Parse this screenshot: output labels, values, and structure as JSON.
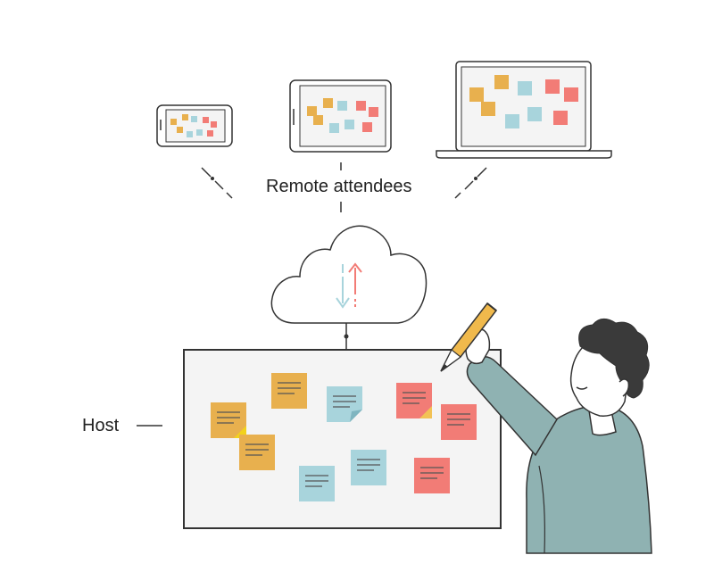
{
  "labels": {
    "remote": "Remote attendees",
    "host": "Host"
  },
  "colors": {
    "yellow": "#E8B04E",
    "blue": "#A8D4DC",
    "red": "#F27C76",
    "line": "#333333",
    "board": "#F4F4F4",
    "person": "#8FB2B2",
    "hair": "#3A3A3A",
    "pencil": "#F0B94C"
  },
  "devices": [
    "phone",
    "tablet",
    "laptop"
  ],
  "notes": [
    {
      "color": "yellow"
    },
    {
      "color": "yellow"
    },
    {
      "color": "yellow"
    },
    {
      "color": "blue"
    },
    {
      "color": "blue"
    },
    {
      "color": "blue"
    },
    {
      "color": "red"
    },
    {
      "color": "red"
    },
    {
      "color": "red"
    }
  ]
}
